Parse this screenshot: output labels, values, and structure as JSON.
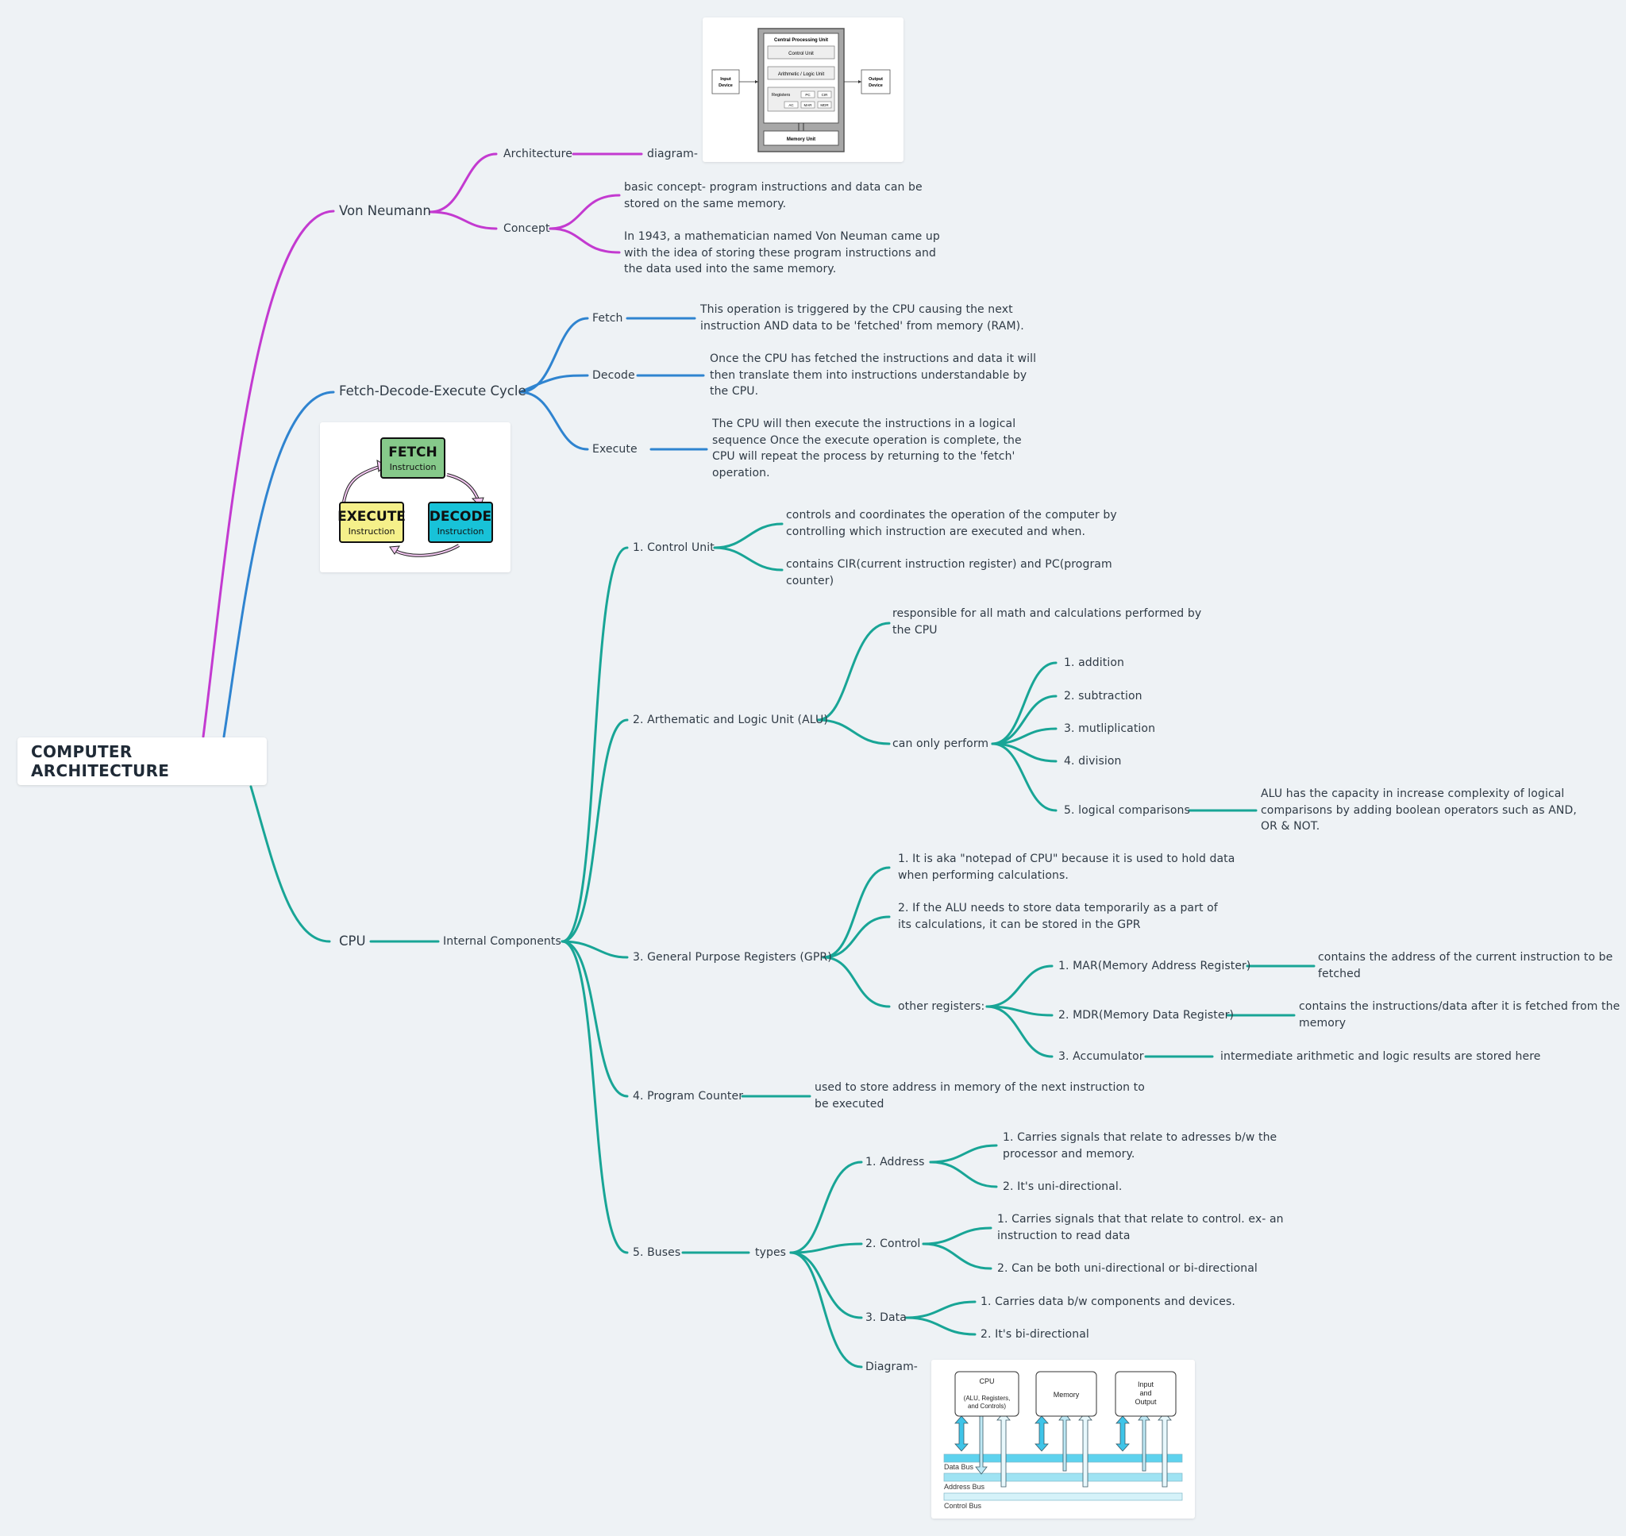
{
  "root": {
    "title": "COMPUTER ARCHITECTURE"
  },
  "colors": {
    "von_neumann": "#c33ad0",
    "fdec": "#2f84d0",
    "cpu": "#18a596",
    "text": "#2f3a45"
  },
  "von_neumann": {
    "label": "Von Neumann",
    "architecture": {
      "label": "Architecture",
      "diagram_label": "diagram-"
    },
    "concept": {
      "label": "Concept",
      "basic": [
        "basic concept- program instructions and data can be",
        "stored on the  same memory."
      ],
      "history": [
        "In 1943, a mathematician  named Von Neuman came up",
        "with the idea of storing these program instructions and",
        "the data used into  the same memory."
      ]
    }
  },
  "arch_diagram": {
    "cpu_title": "Central Processing Unit",
    "control_unit": "Control Unit",
    "alu": "Arithmetic / Logic Unit",
    "registers": "Registers",
    "pc": "PC",
    "cir": "CIR",
    "ac": "AC",
    "mar": "MAR",
    "mdr": "MDR",
    "input": [
      "Input",
      "Device"
    ],
    "output": [
      "Output",
      "Device"
    ],
    "memory": "Memory Unit"
  },
  "fdec": {
    "label": "Fetch-Decode-Execute Cycle",
    "fetch": {
      "label": "Fetch",
      "text": [
        "This operation is triggered by the CPU causing the next",
        "instruction AND data to be 'fetched' from  memory (RAM)."
      ]
    },
    "decode": {
      "label": "Decode",
      "text": [
        "Once the CPU has fetched the instructions and data it will",
        "then translate them into instructions  understandable by",
        "the CPU."
      ]
    },
    "execute": {
      "label": "Execute",
      "text": [
        "The CPU will then execute the instructions in a logical",
        "sequence  Once the execute operation is complete, the",
        "CPU will repeat the process by returning to the 'fetch'",
        "operation."
      ]
    }
  },
  "cycle_image": {
    "fetch": "FETCH",
    "decode": "DECODE",
    "execute": "EXECUTE",
    "instruction": "Instruction"
  },
  "cpu": {
    "label": "CPU",
    "internal": "Internal Components",
    "control_unit": {
      "label": "1. Control Unit",
      "a": [
        "controls and coordinates the operation of the computer by",
        "controlling which instruction are executed and when."
      ],
      "b": [
        "contains CIR(current instruction register) and PC(program",
        "counter)"
      ]
    },
    "alu": {
      "label": "2. Arthematic and Logic Unit (ALU)",
      "responsible": [
        "responsible for all math and calculations performed by",
        "the CPU"
      ],
      "can_only": "can only perform",
      "ops": [
        "1. addition",
        "2. subtraction",
        "3. mutliplication",
        "4. division",
        "5. logical comparisons"
      ],
      "logical_note": [
        "ALU has the capacity in increase complexity of logical",
        "comparisons by adding boolean operators such as AND,",
        "OR & NOT."
      ]
    },
    "gpr": {
      "label": "3. General Purpose Registers (GPR)",
      "a": [
        "1. It is aka \"notepad of CPU\" because it is used to hold data",
        "when performing calculations."
      ],
      "b": [
        "2. If the ALU needs to store data temporarily as a part of",
        "its calculations, it can be stored in the GPR"
      ],
      "other": "other registers:",
      "mar": {
        "label": "1. MAR(Memory Address Register)",
        "text": [
          "contains the address of the current instruction to be",
          "fetched"
        ]
      },
      "mdr": {
        "label": "2. MDR(Memory Data Register)",
        "text": [
          "contains the instructions/data after it is fetched from the",
          "memory"
        ]
      },
      "acc": {
        "label": "3. Accumulator",
        "text": "intermediate arithmetic and logic results are stored here"
      }
    },
    "pc": {
      "label": "4. Program Counter",
      "text": [
        "used to store address in memory of the next instruction to",
        "be executed"
      ]
    },
    "buses": {
      "label": "5. Buses",
      "types": "types",
      "address": {
        "label": "1. Address",
        "a": [
          "1. Carries signals that relate to adresses b/w the",
          "processor and memory."
        ],
        "b": "2. It's uni-directional."
      },
      "control": {
        "label": "2. Control",
        "a": [
          "1. Carries signals that that relate to control. ex- an",
          "instruction to read data"
        ],
        "b": "2. Can be both uni-directional or bi-directional"
      },
      "data": {
        "label": "3. Data",
        "a": "1. Carries data b/w components and devices.",
        "b": "2. It's bi-directional"
      },
      "diagram": "Diagram-"
    }
  },
  "bus_diagram": {
    "cpu": [
      "CPU",
      "(ALU, Registers,",
      "and Controls)"
    ],
    "memory": "Memory",
    "io": [
      "Input",
      "and",
      "Output"
    ],
    "data_bus": "Data Bus",
    "address_bus": "Address Bus",
    "control_bus": "Control Bus"
  }
}
